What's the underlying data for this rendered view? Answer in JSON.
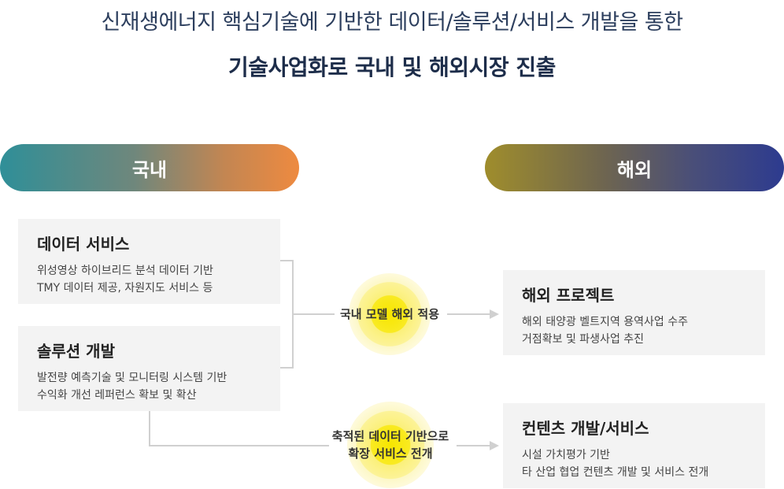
{
  "headline": {
    "line1": "신재생에너지 핵심기술에 기반한 데이터/솔루션/서비스 개발을 통한",
    "line2": "기술사업화로 국내 및 해외시장 진출"
  },
  "domestic": {
    "label": "국내",
    "cards": [
      {
        "title": "데이터 서비스",
        "lines": [
          "위성영상 하이브리드 분석 데이터 기반",
          "TMY 데이터 제공, 자원지도 서비스 등"
        ]
      },
      {
        "title": "솔루션 개발",
        "lines": [
          "발전량 예측기술 및 모니터링 시스템 기반",
          "수익화 개선 레퍼런스 확보 및 확산"
        ]
      }
    ]
  },
  "overseas": {
    "label": "해외",
    "cards": [
      {
        "title": "해외 프로젝트",
        "lines": [
          "해외 태양광 벨트지역 용역사업 수주",
          "거점확보 및 파생사업 추진"
        ]
      },
      {
        "title": "컨텐츠 개발/서비스",
        "lines": [
          "시설 가치평가 기반",
          "타 산업 협업 컨텐츠 개발 및 서비스 전개"
        ]
      }
    ]
  },
  "connectors": {
    "top_label": "국내 모델 해외 적용",
    "bottom_label_line1": "축적된 데이터 기반으로",
    "bottom_label_line2": "확장 서비스 전개"
  },
  "colors": {
    "domestic_start": "#2f8f98",
    "domestic_end": "#ee8a40",
    "overseas_start": "#9f8d2c",
    "overseas_end": "#2d3b8f",
    "glow": "#f7e600",
    "card_bg": "#f3f3f3",
    "line": "#cfcfcf"
  }
}
